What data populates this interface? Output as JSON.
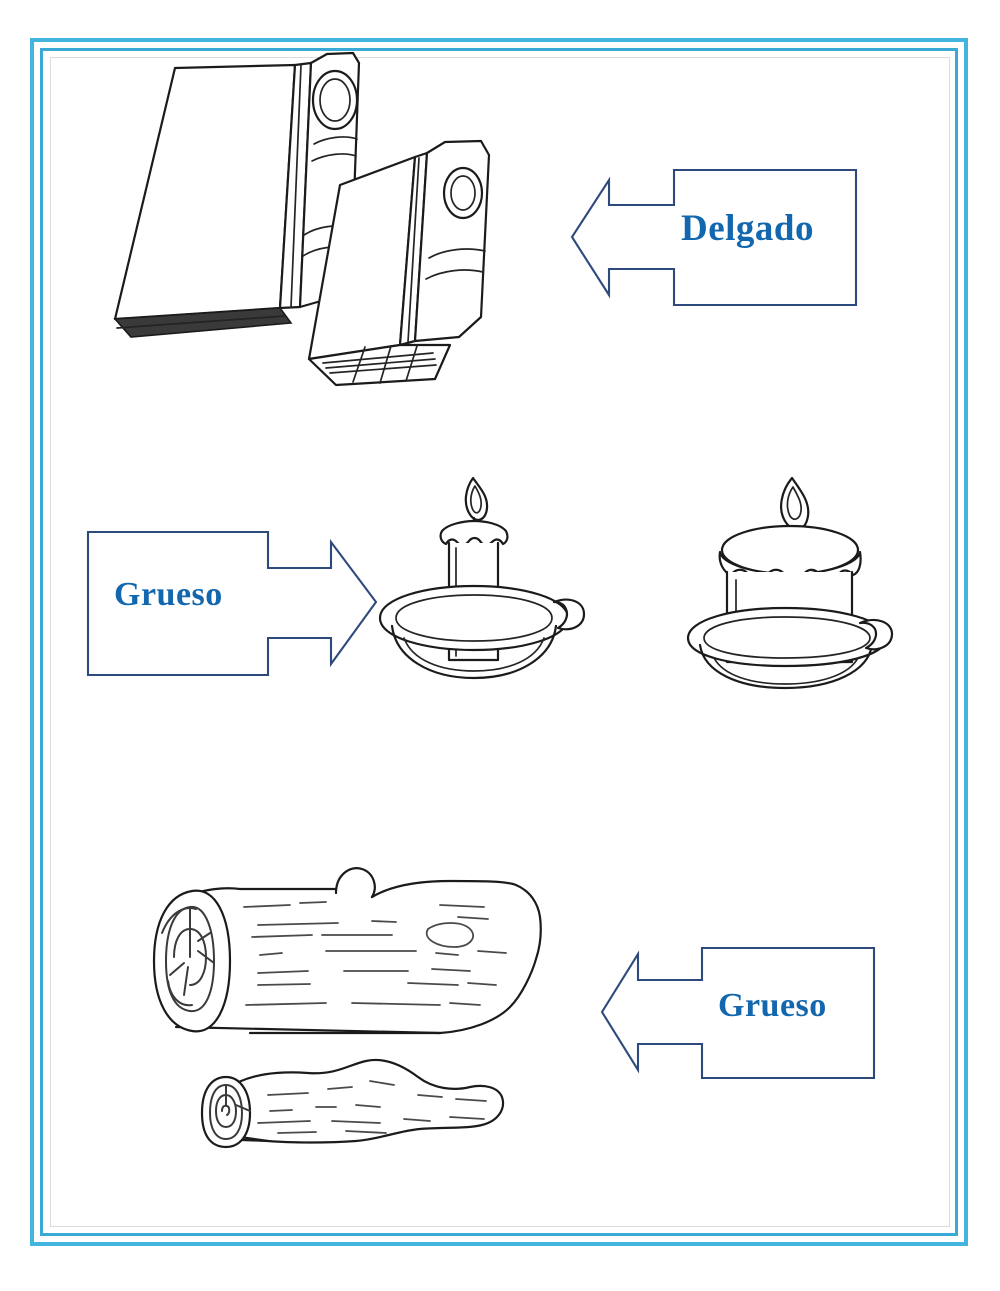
{
  "page": {
    "title": "Grueso y Delgado - ficha de trabajo",
    "background_color": "#ffffff",
    "frame_color_outer": "#43b4dd",
    "frame_color_inner": "#d9dde0",
    "label_text_color": "#1267ae",
    "callout_outline_color": "#2e4a7d",
    "ink_color": "#1b1b1b"
  },
  "rows": [
    {
      "id": "row-books",
      "subject": "books",
      "objects": [
        {
          "name": "thick-book",
          "description": "libro grueso"
        },
        {
          "name": "thin-book",
          "description": "libro delgado"
        }
      ],
      "callout": {
        "label": "Delgado",
        "direction": "left",
        "points_at": "thin-book"
      }
    },
    {
      "id": "row-candles",
      "subject": "candles",
      "objects": [
        {
          "name": "thin-candle",
          "description": "vela delgada"
        },
        {
          "name": "thick-candle",
          "description": "vela gruesa"
        }
      ],
      "callout": {
        "label": "Grueso",
        "direction": "right",
        "points_at": "thin-candle"
      }
    },
    {
      "id": "row-logs",
      "subject": "logs",
      "objects": [
        {
          "name": "thick-log",
          "description": "tronco grueso"
        },
        {
          "name": "thin-log",
          "description": "tronco delgado"
        }
      ],
      "callout": {
        "label": "Grueso",
        "direction": "left",
        "points_at": "thick-log"
      }
    }
  ]
}
